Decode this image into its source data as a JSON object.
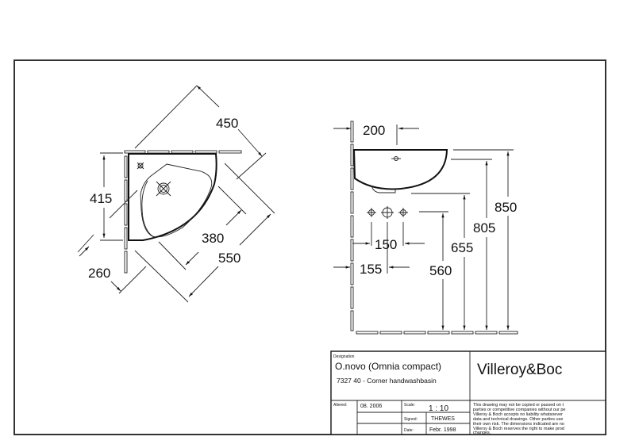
{
  "plan_view": {
    "dims": {
      "d450": "450",
      "d415": "415",
      "d380": "380",
      "d550": "550",
      "d260": "260"
    }
  },
  "elevation_view": {
    "dims": {
      "d200": "200",
      "d150": "150",
      "d155": "155",
      "d850": "850",
      "d805": "805",
      "d655": "655",
      "d560": "560"
    }
  },
  "title_block": {
    "designation_label": "Designation",
    "product_name": "O.novo (Omnia compact)",
    "product_code": "7327 40 - Corner handwashbasin",
    "brand": "Villeroy&Boc",
    "altered_label": "Altered:",
    "altered_value": "08. 2006",
    "scale_label": "Scale:",
    "scale_value": "1 : 10",
    "signed_label": "Signed:",
    "signed_value": "THEWES",
    "date_label": "Date:",
    "date_value": "Febr. 1998",
    "disclaimer": [
      "This drawing may not be copied or passed on t",
      "parties or competitive companies without our pe",
      "Villeroy & Boch accepts no liability whatsoever",
      "data and technical drawings. Other parties use",
      "their own risk. The dimensions indicated are no",
      "Villeroy & Boch reserves the right to make prod",
      "changes."
    ]
  }
}
